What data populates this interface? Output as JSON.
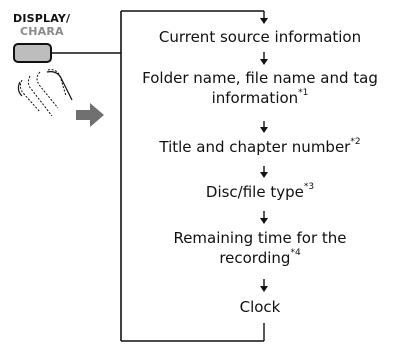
{
  "button": {
    "label_top": "DISPLAY/",
    "label_bottom": "CHARA"
  },
  "steps": [
    {
      "text": "Current source information",
      "note": ""
    },
    {
      "text": "Folder name, file name and tag",
      "text2": "information",
      "note": "*1"
    },
    {
      "text": "Title and chapter number",
      "note": "*2"
    },
    {
      "text": "Disc/file type",
      "note": "*3"
    },
    {
      "text": "Remaining time for the",
      "text2": "recording",
      "note": "*4"
    },
    {
      "text": "Clock",
      "note": ""
    }
  ]
}
